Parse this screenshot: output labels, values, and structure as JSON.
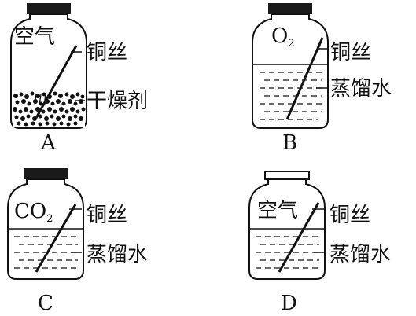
{
  "figure": {
    "jars": [
      {
        "id": "A",
        "letter": "A",
        "gas": "空气",
        "gas_sub": "",
        "wire_label": "铜丝",
        "bottom_label": "干燥剂",
        "contents": "desiccant",
        "cap": "dark"
      },
      {
        "id": "B",
        "letter": "B",
        "gas": "O",
        "gas_sub": "2",
        "wire_label": "铜丝",
        "bottom_label": "蒸馏水",
        "contents": "water-high",
        "cap": "dark"
      },
      {
        "id": "C",
        "letter": "C",
        "gas": "CO",
        "gas_sub": "2",
        "wire_label": "铜丝",
        "bottom_label": "蒸馏水",
        "contents": "water",
        "cap": "dark"
      },
      {
        "id": "D",
        "letter": "D",
        "gas": "空气",
        "gas_sub": "",
        "wire_label": "铜丝",
        "bottom_label": "蒸馏水",
        "contents": "water",
        "cap": "open"
      }
    ]
  }
}
